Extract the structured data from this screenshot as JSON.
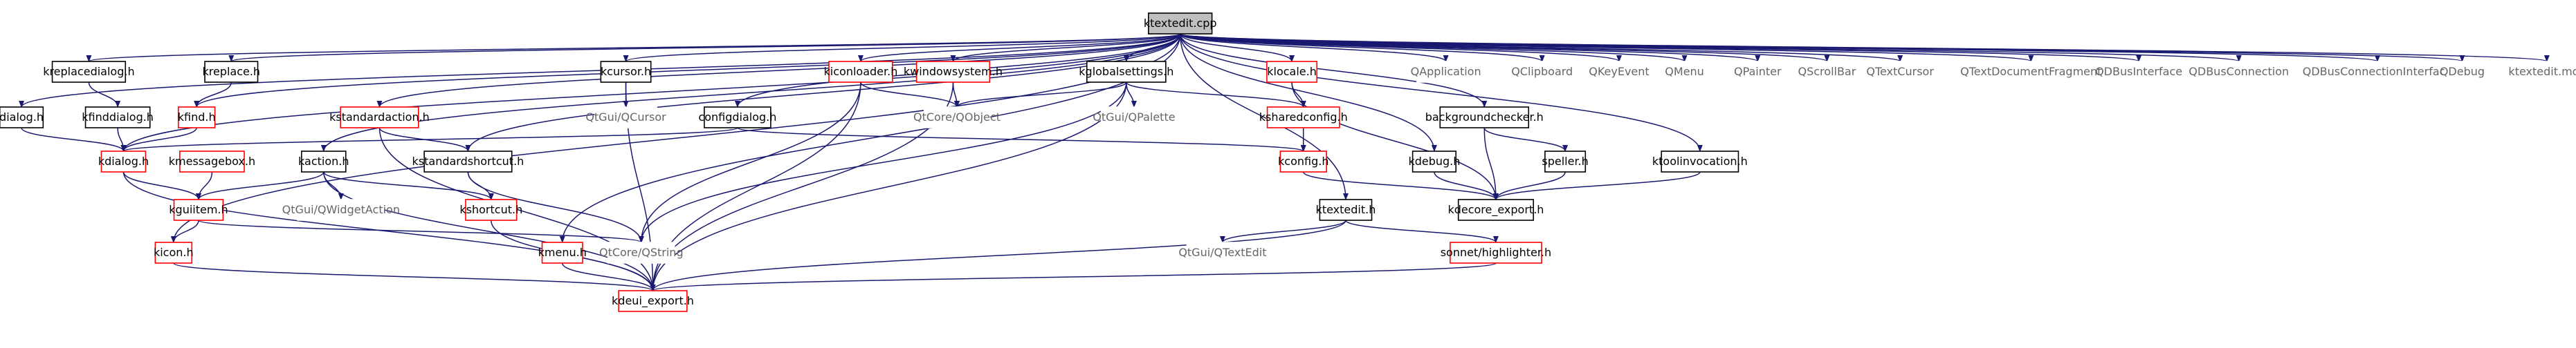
{
  "colors": {
    "edge": "#191970",
    "edge_dashed": "#9a32cd",
    "box_black": "#000000",
    "box_red": "#ff0000",
    "box_gray": "#bfbfbf",
    "root_fill": "#bfbfbf",
    "text_black": "#000000",
    "text_gray": "#666666"
  },
  "nodes": [
    {
      "id": "ktextedit_cpp",
      "label": "ktextedit.cpp",
      "style": "root"
    },
    {
      "id": "kreplacedialog_h",
      "label": "kreplacedialog.h",
      "style": "black"
    },
    {
      "id": "kreplace_h",
      "label": "kreplace.h",
      "style": "black"
    },
    {
      "id": "kcursor_h",
      "label": "kcursor.h",
      "style": "black"
    },
    {
      "id": "kiconloader_h",
      "label": "kiconloader.h",
      "style": "red"
    },
    {
      "id": "kwindowsystem_h",
      "label": "kwindowsystem.h",
      "style": "red"
    },
    {
      "id": "kglobalsettings_h",
      "label": "kglobalsettings.h",
      "style": "black"
    },
    {
      "id": "klocale_h",
      "label": "klocale.h",
      "style": "red"
    },
    {
      "id": "QApplication",
      "label": "QApplication",
      "style": "gray"
    },
    {
      "id": "QClipboard",
      "label": "QClipboard",
      "style": "gray"
    },
    {
      "id": "QKeyEvent",
      "label": "QKeyEvent",
      "style": "gray"
    },
    {
      "id": "QMenu",
      "label": "QMenu",
      "style": "gray"
    },
    {
      "id": "QPainter",
      "label": "QPainter",
      "style": "gray"
    },
    {
      "id": "QScrollBar",
      "label": "QScrollBar",
      "style": "gray"
    },
    {
      "id": "QTextCursor",
      "label": "QTextCursor",
      "style": "gray"
    },
    {
      "id": "QTextDocumentFragment",
      "label": "QTextDocumentFragment",
      "style": "gray"
    },
    {
      "id": "QDBusInterface",
      "label": "QDBusInterface",
      "style": "gray"
    },
    {
      "id": "QDBusConnection",
      "label": "QDBusConnection",
      "style": "gray"
    },
    {
      "id": "QDBusConnectionInterface",
      "label": "QDBusConnectionInterface",
      "style": "gray"
    },
    {
      "id": "QDebug",
      "label": "QDebug",
      "style": "gray"
    },
    {
      "id": "ktextedit_moc",
      "label": "ktextedit.moc",
      "style": "gray"
    },
    {
      "id": "dialog_h",
      "label": "dialog.h",
      "style": "black"
    },
    {
      "id": "kfinddialog_h",
      "label": "kfinddialog.h",
      "style": "black"
    },
    {
      "id": "kfind_h",
      "label": "kfind.h",
      "style": "red"
    },
    {
      "id": "kstandardaction_h",
      "label": "kstandardaction.h",
      "style": "red"
    },
    {
      "id": "QtGui_QCursor",
      "label": "QtGui/QCursor",
      "style": "gray"
    },
    {
      "id": "configdialog_h",
      "label": "configdialog.h",
      "style": "black"
    },
    {
      "id": "QtCore_QObject",
      "label": "QtCore/QObject",
      "style": "gray"
    },
    {
      "id": "QtGui_QPalette",
      "label": "QtGui/QPalette",
      "style": "gray"
    },
    {
      "id": "ksharedconfig_h",
      "label": "ksharedconfig.h",
      "style": "red"
    },
    {
      "id": "backgroundchecker_h",
      "label": "backgroundchecker.h",
      "style": "black"
    },
    {
      "id": "kdialog_h",
      "label": "kdialog.h",
      "style": "red"
    },
    {
      "id": "kmessagebox_h",
      "label": "kmessagebox.h",
      "style": "red"
    },
    {
      "id": "kaction_h",
      "label": "kaction.h",
      "style": "black"
    },
    {
      "id": "kstandardshortcut_h",
      "label": "kstandardshortcut.h",
      "style": "black"
    },
    {
      "id": "kconfig_h",
      "label": "kconfig.h",
      "style": "red"
    },
    {
      "id": "kdebug_h",
      "label": "kdebug.h",
      "style": "black"
    },
    {
      "id": "speller_h",
      "label": "speller.h",
      "style": "black"
    },
    {
      "id": "ktoolinvocation_h",
      "label": "ktoolinvocation.h",
      "style": "black"
    },
    {
      "id": "kguiitem_h",
      "label": "kguiitem.h",
      "style": "red"
    },
    {
      "id": "QtGui_QWidgetAction",
      "label": "QtGui/QWidgetAction",
      "style": "gray"
    },
    {
      "id": "kshortcut_h",
      "label": "kshortcut.h",
      "style": "red"
    },
    {
      "id": "ktextedit_h",
      "label": "ktextedit.h",
      "style": "black"
    },
    {
      "id": "kdecore_export_h",
      "label": "kdecore_export.h",
      "style": "black"
    },
    {
      "id": "kicon_h",
      "label": "kicon.h",
      "style": "red"
    },
    {
      "id": "QtCore_QString",
      "label": "QtCore/QString",
      "style": "gray"
    },
    {
      "id": "kmenu_h",
      "label": "kmenu.h",
      "style": "red"
    },
    {
      "id": "QtGui_QTextEdit",
      "label": "QtGui/QTextEdit",
      "style": "gray"
    },
    {
      "id": "sonnet_highlighter_h",
      "label": "sonnet/highlighter.h",
      "style": "red"
    },
    {
      "id": "kdeui_export_h",
      "label": "kdeui_export.h",
      "style": "red"
    }
  ],
  "edges": [
    [
      "ktextedit_cpp",
      "kreplacedialog_h"
    ],
    [
      "ktextedit_cpp",
      "kreplace_h"
    ],
    [
      "ktextedit_cpp",
      "kcursor_h"
    ],
    [
      "ktextedit_cpp",
      "kiconloader_h"
    ],
    [
      "ktextedit_cpp",
      "kwindowsystem_h"
    ],
    [
      "ktextedit_cpp",
      "kglobalsettings_h"
    ],
    [
      "ktextedit_cpp",
      "klocale_h"
    ],
    [
      "ktextedit_cpp",
      "QApplication"
    ],
    [
      "ktextedit_cpp",
      "QClipboard"
    ],
    [
      "ktextedit_cpp",
      "QKeyEvent"
    ],
    [
      "ktextedit_cpp",
      "QMenu"
    ],
    [
      "ktextedit_cpp",
      "QPainter"
    ],
    [
      "ktextedit_cpp",
      "QScrollBar"
    ],
    [
      "ktextedit_cpp",
      "QTextCursor"
    ],
    [
      "ktextedit_cpp",
      "QTextDocumentFragment"
    ],
    [
      "ktextedit_cpp",
      "QDBusInterface"
    ],
    [
      "ktextedit_cpp",
      "QDBusConnection"
    ],
    [
      "ktextedit_cpp",
      "QDBusConnectionInterface"
    ],
    [
      "ktextedit_cpp",
      "QDebug"
    ],
    [
      "ktextedit_cpp",
      "ktextedit_moc"
    ],
    [
      "ktextedit_cpp",
      "dialog_h"
    ],
    [
      "ktextedit_cpp",
      "kfind_h"
    ],
    [
      "ktextedit_cpp",
      "kstandardaction_h"
    ],
    [
      "ktextedit_cpp",
      "configdialog_h"
    ],
    [
      "ktextedit_cpp",
      "backgroundchecker_h"
    ],
    [
      "ktextedit_cpp",
      "kdialog_h"
    ],
    [
      "ktextedit_cpp",
      "kaction_h"
    ],
    [
      "ktextedit_cpp",
      "kstandardshortcut_h"
    ],
    [
      "ktextedit_cpp",
      "kdebug_h"
    ],
    [
      "ktextedit_cpp",
      "ktoolinvocation_h"
    ],
    [
      "ktextedit_cpp",
      "ktextedit_h"
    ],
    [
      "ktextedit_cpp",
      "kicon_h"
    ],
    [
      "ktextedit_cpp",
      "kmenu_h"
    ],
    [
      "kreplacedialog_h",
      "kfinddialog_h"
    ],
    [
      "kreplace_h",
      "kfind_h"
    ],
    [
      "kfinddialog_h",
      "kdialog_h"
    ],
    [
      "kfind_h",
      "kdialog_h"
    ],
    [
      "dialog_h",
      "kdialog_h"
    ],
    [
      "configdialog_h",
      "kdialog_h"
    ],
    [
      "configdialog_h",
      "kconfig_h"
    ],
    [
      "kcursor_h",
      "QtGui_QCursor"
    ],
    [
      "kcursor_h",
      "kdeui_export_h"
    ],
    [
      "kiconloader_h",
      "QtCore_QObject"
    ],
    [
      "kiconloader_h",
      "kdeui_export_h"
    ],
    [
      "kiconloader_h",
      "QtCore_QString"
    ],
    [
      "kwindowsystem_h",
      "QtCore_QObject"
    ],
    [
      "kwindowsystem_h",
      "kdeui_export_h"
    ],
    [
      "kglobalsettings_h",
      "QtCore_QObject"
    ],
    [
      "kglobalsettings_h",
      "QtGui_QPalette"
    ],
    [
      "kglobalsettings_h",
      "ksharedconfig_h"
    ],
    [
      "kglobalsettings_h",
      "kdeui_export_h"
    ],
    [
      "kglobalsettings_h",
      "QtCore_QString"
    ],
    [
      "klocale_h",
      "ksharedconfig_h"
    ],
    [
      "klocale_h",
      "kdecore_export_h"
    ],
    [
      "ksharedconfig_h",
      "kconfig_h"
    ],
    [
      "kconfig_h",
      "kdecore_export_h"
    ],
    [
      "backgroundchecker_h",
      "speller_h"
    ],
    [
      "backgroundchecker_h",
      "kdecore_export_h"
    ],
    [
      "speller_h",
      "kdecore_export_h"
    ],
    [
      "kdebug_h",
      "kdecore_export_h"
    ],
    [
      "ktoolinvocation_h",
      "kdecore_export_h"
    ],
    [
      "kstandardaction_h",
      "kdeui_export_h"
    ],
    [
      "kstandardaction_h",
      "kstandardshortcut_h"
    ],
    [
      "kdialog_h",
      "kguiitem_h"
    ],
    [
      "kdialog_h",
      "kdeui_export_h"
    ],
    [
      "kmessagebox_h",
      "kguiitem_h"
    ],
    [
      "kaction_h",
      "kguiitem_h"
    ],
    [
      "kaction_h",
      "QtGui_QWidgetAction"
    ],
    [
      "kaction_h",
      "kshortcut_h"
    ],
    [
      "kaction_h",
      "kdeui_export_h"
    ],
    [
      "kstandardshortcut_h",
      "kshortcut_h"
    ],
    [
      "kstandardshortcut_h",
      "QtCore_QString"
    ],
    [
      "kguiitem_h",
      "kicon_h"
    ],
    [
      "kguiitem_h",
      "QtCore_QString"
    ],
    [
      "kshortcut_h",
      "kdeui_export_h"
    ],
    [
      "kicon_h",
      "kdeui_export_h"
    ],
    [
      "kmenu_h",
      "kdeui_export_h"
    ],
    [
      "ktextedit_h",
      "QtGui_QTextEdit"
    ],
    [
      "ktextedit_h",
      "sonnet_highlighter_h"
    ],
    [
      "ktextedit_h",
      "kdeui_export_h"
    ],
    [
      "sonnet_highlighter_h",
      "kdeui_export_h"
    ]
  ]
}
